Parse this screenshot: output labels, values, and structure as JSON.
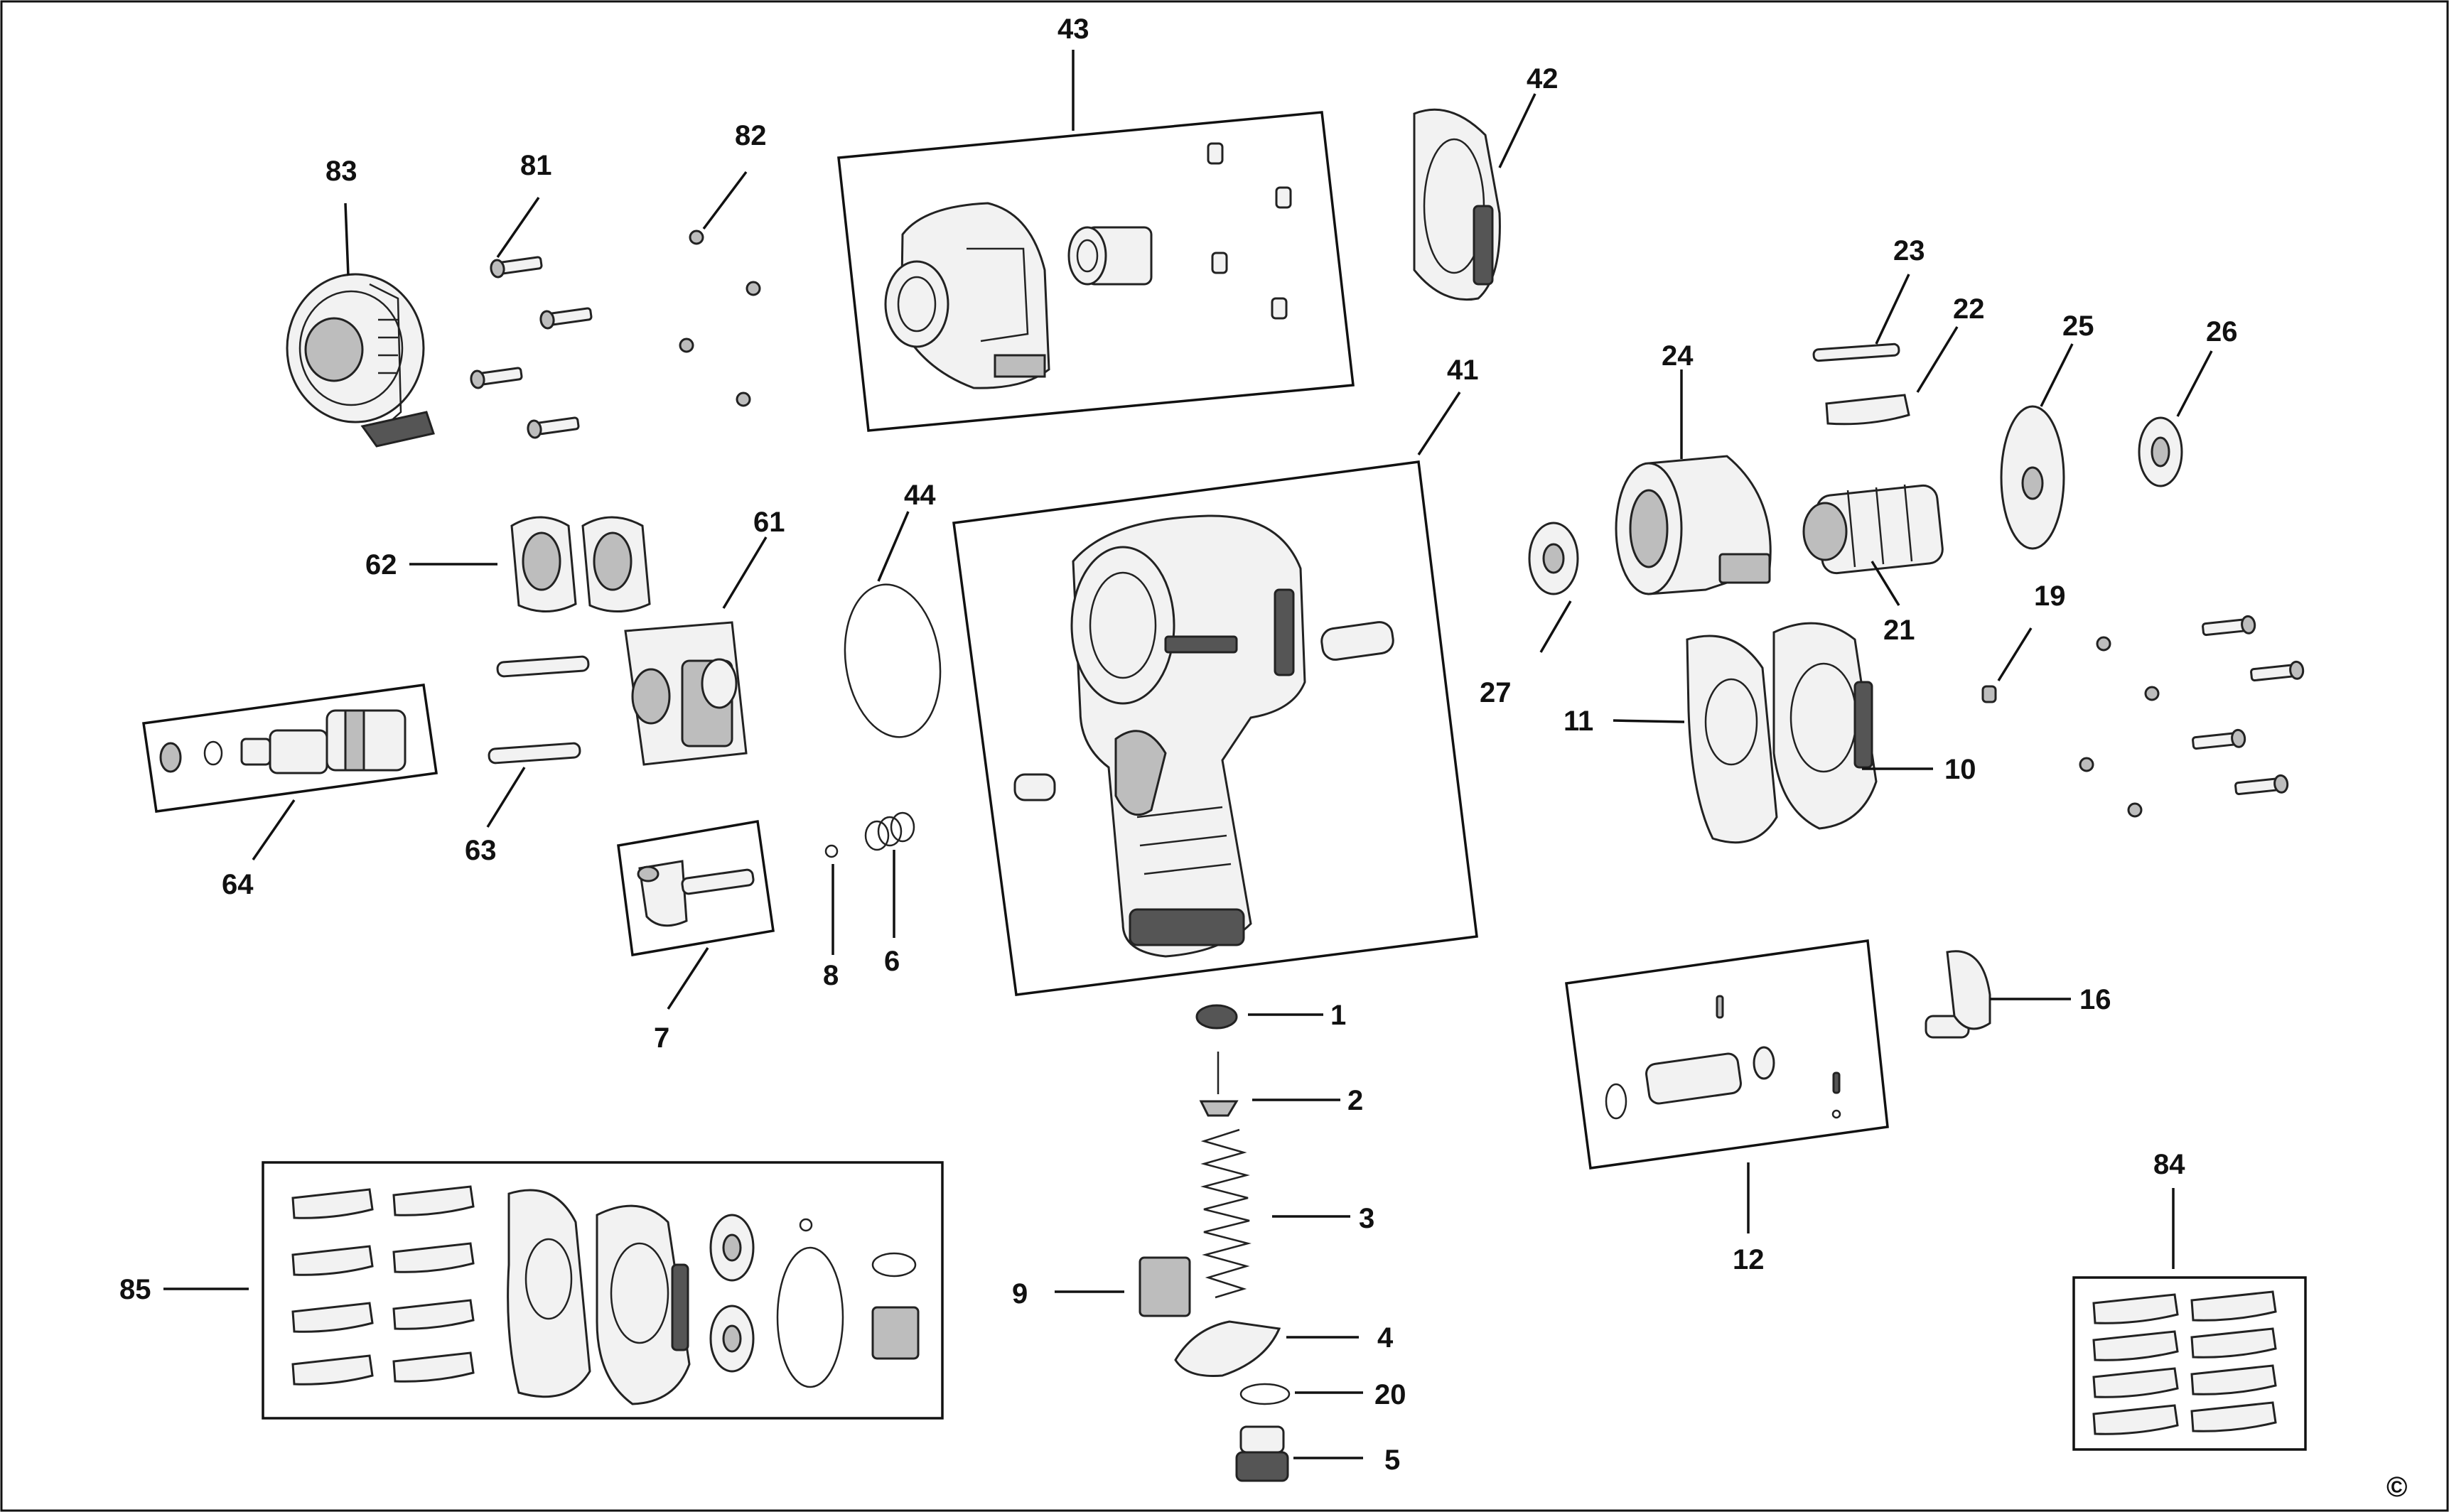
{
  "diagram": {
    "callouts": {
      "c1": "1",
      "c2": "2",
      "c3": "3",
      "c4": "4",
      "c5": "5",
      "c6": "6",
      "c7": "7",
      "c8": "8",
      "c9": "9",
      "c10": "10",
      "c11": "11",
      "c12": "12",
      "c16": "16",
      "c19": "19",
      "c20": "20",
      "c21": "21",
      "c22": "22",
      "c23": "23",
      "c24": "24",
      "c25": "25",
      "c26": "26",
      "c27": "27",
      "c41": "41",
      "c42": "42",
      "c43": "43",
      "c44": "44",
      "c61": "61",
      "c62": "62",
      "c63": "63",
      "c64": "64",
      "c81": "81",
      "c82": "82",
      "c83": "83",
      "c84": "84",
      "c85": "85"
    },
    "copyright_symbol": "©"
  }
}
